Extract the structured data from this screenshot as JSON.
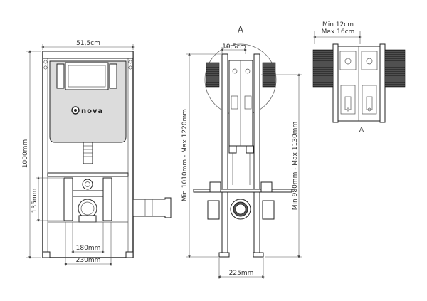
{
  "front_view": {
    "width_label": "51,5cm",
    "height_label": "1000mm",
    "outlet_height_label": "135mm",
    "inner_width_label": "180mm",
    "outer_width_label": "230mm",
    "brand_logo": "nova"
  },
  "side_view": {
    "section_label": "A",
    "top_label": "10,5cm",
    "left_height_label": "Min 1010mm - Max 1220mm",
    "right_height_label": "Min 980mm - Max 1130mm",
    "bottom_label": "225mm"
  },
  "detail_view": {
    "min_label": "Min 12cm",
    "max_label": "Max 16cm",
    "detail_label": "A"
  }
}
